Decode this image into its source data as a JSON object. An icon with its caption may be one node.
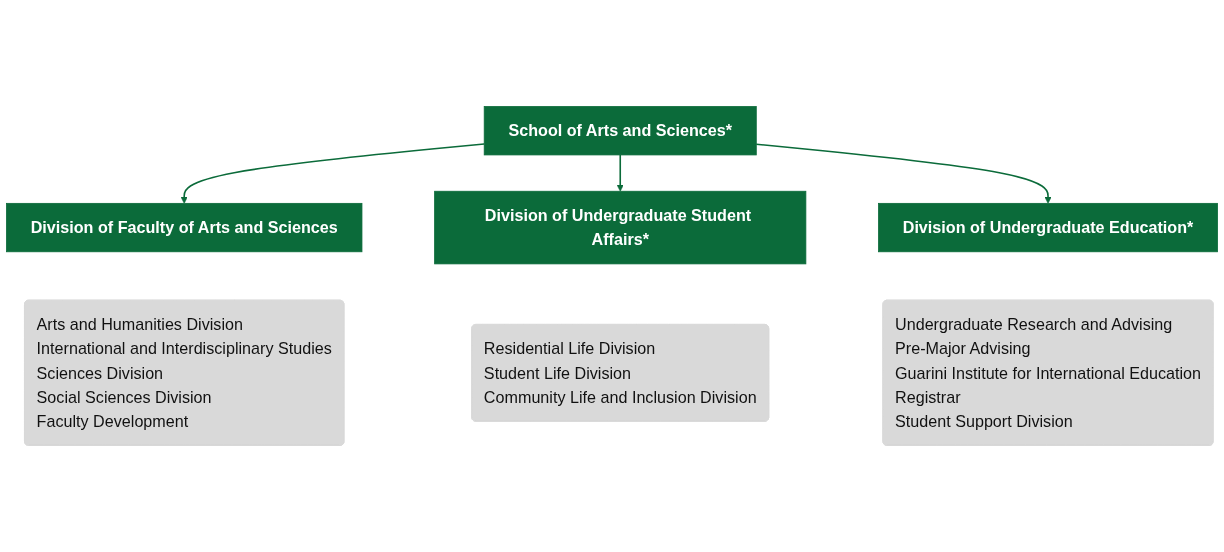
{
  "diagram": {
    "nodes": [
      {
        "text": [
          "School of Arts and Sciences*"
        ]
      },
      {
        "text": [
          "Division of Faculty of Arts and Sciences"
        ]
      },
      {
        "text": [
          "Division of Undergraduate Student Affairs*"
        ]
      },
      {
        "text": [
          "Division of Undergraduate Education*"
        ]
      },
      {
        "text": [
          "Arts and Humanities Division",
          "International and Interdisciplinary Studies",
          "Sciences Division",
          "Social Sciences Division",
          "Faculty Development"
        ]
      },
      {
        "text": [
          "Residential Life Division",
          "Student Life Division",
          "Community Life and Inclusion Division"
        ]
      },
      {
        "text": [
          "Undergraduate Research and Advising",
          "Pre-Major Advising",
          "Guarini Institute for International Education",
          "Registrar",
          "Student Support Division"
        ]
      }
    ],
    "edges": [
      {
        "from": 0,
        "to": 1,
        "arrow": "to"
      },
      {
        "from": 0,
        "to": 2,
        "arrow": "to"
      },
      {
        "from": 0,
        "to": 3,
        "arrow": "to"
      }
    ]
  }
}
